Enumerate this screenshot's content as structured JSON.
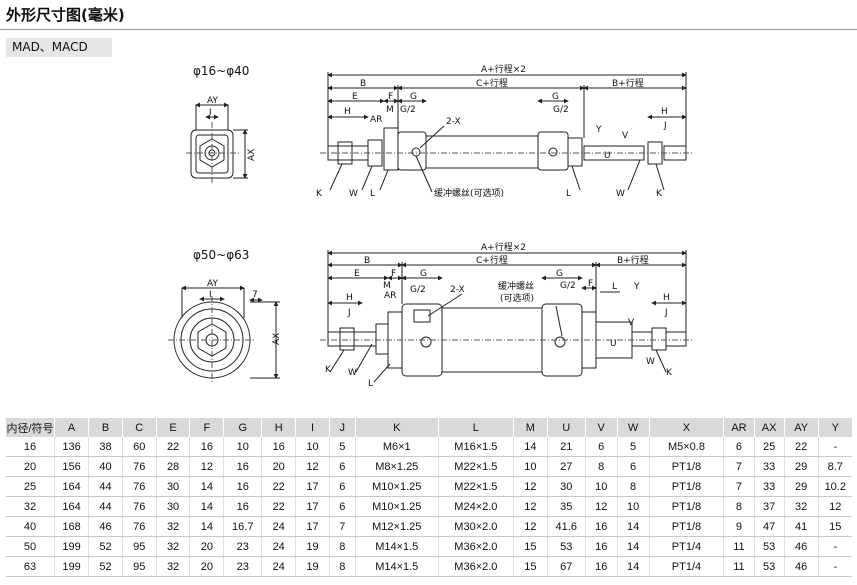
{
  "title": "外形尺寸图(毫米)",
  "model_tab": "MAD、MACD",
  "drawing1": {
    "size_label": "φ16~φ40",
    "dims": {
      "total": "A+行程×2",
      "b": "B",
      "c": "C+行程",
      "bplus": "B+行程",
      "e": "E",
      "f": "F",
      "g": "G",
      "g2": "G/2",
      "m": "M",
      "h": "H",
      "ar": "AR",
      "i": "I",
      "j": "J",
      "k": "K",
      "l": "L",
      "w": "W",
      "x": "2-X",
      "u": "U",
      "v": "V",
      "y": "Y",
      "ay": "AY",
      "ax": "AX",
      "cushion": "缓冲螺丝(可选项)"
    }
  },
  "drawing2": {
    "size_label": "φ50~φ63",
    "dims": {
      "total": "A+行程×2",
      "b": "B",
      "c": "C+行程",
      "bplus": "B+行程",
      "e": "E",
      "f": "F",
      "g": "G",
      "g2": "G/2",
      "m": "M",
      "h": "H",
      "ar": "AR",
      "i": "I",
      "j": "J",
      "k": "K",
      "l": "L",
      "w": "W",
      "x": "2-X",
      "u": "U",
      "v": "V",
      "y": "Y",
      "ay": "AY",
      "ax": "AX",
      "cushion1": "缓冲螺丝",
      "cushion2": "(可选项)"
    }
  },
  "table": {
    "headers": [
      "内径/符号",
      "A",
      "B",
      "C",
      "E",
      "F",
      "G",
      "H",
      "I",
      "J",
      "K",
      "L",
      "M",
      "U",
      "V",
      "W",
      "X",
      "AR",
      "AX",
      "AY",
      "Y"
    ],
    "rows": [
      [
        "16",
        "136",
        "38",
        "60",
        "22",
        "16",
        "10",
        "16",
        "10",
        "5",
        "M6×1",
        "M16×1.5",
        "14",
        "21",
        "6",
        "5",
        "M5×0.8",
        "6",
        "25",
        "22",
        "-"
      ],
      [
        "20",
        "156",
        "40",
        "76",
        "28",
        "12",
        "16",
        "20",
        "12",
        "6",
        "M8×1.25",
        "M22×1.5",
        "10",
        "27",
        "8",
        "6",
        "PT1/8",
        "7",
        "33",
        "29",
        "8.7"
      ],
      [
        "25",
        "164",
        "44",
        "76",
        "30",
        "14",
        "16",
        "22",
        "17",
        "6",
        "M10×1.25",
        "M22×1.5",
        "12",
        "30",
        "10",
        "8",
        "PT1/8",
        "7",
        "33",
        "29",
        "10.2"
      ],
      [
        "32",
        "164",
        "44",
        "76",
        "30",
        "14",
        "16",
        "22",
        "17",
        "6",
        "M10×1.25",
        "M24×2.0",
        "12",
        "35",
        "12",
        "10",
        "PT1/8",
        "8",
        "37",
        "32",
        "12"
      ],
      [
        "40",
        "168",
        "46",
        "76",
        "32",
        "14",
        "16.7",
        "24",
        "17",
        "7",
        "M12×1.25",
        "M30×2.0",
        "12",
        "41.6",
        "16",
        "14",
        "PT1/8",
        "9",
        "47",
        "41",
        "15"
      ],
      [
        "50",
        "199",
        "52",
        "95",
        "32",
        "20",
        "23",
        "24",
        "19",
        "8",
        "M14×1.5",
        "M36×2.0",
        "15",
        "53",
        "16",
        "14",
        "PT1/4",
        "11",
        "53",
        "46",
        "-"
      ],
      [
        "63",
        "199",
        "52",
        "95",
        "32",
        "20",
        "23",
        "24",
        "19",
        "8",
        "M14×1.5",
        "M36×2.0",
        "15",
        "67",
        "16",
        "14",
        "PT1/4",
        "11",
        "53",
        "46",
        "-"
      ]
    ]
  }
}
